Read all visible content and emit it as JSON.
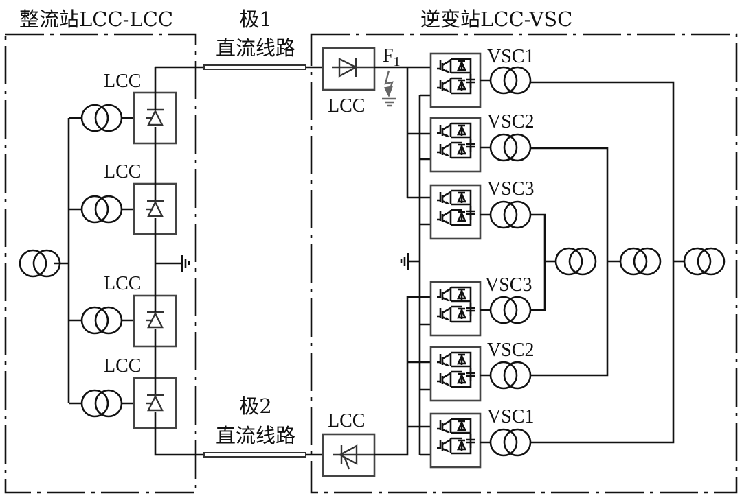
{
  "rectifier_station": {
    "title": "整流站LCC-LCC",
    "lcc_labels": [
      "LCC",
      "LCC",
      "LCC",
      "LCC"
    ]
  },
  "dc_lines": {
    "pole1": {
      "name": "极1",
      "line": "直流线路"
    },
    "pole2": {
      "name": "极2",
      "line": "直流线路"
    }
  },
  "inverter_station": {
    "title": "逆变站LCC-VSC",
    "lcc_top_label": "LCC",
    "lcc_bottom_label": "LCC",
    "fault_label": "F",
    "fault_subscript": "1",
    "vsc_labels": [
      "VSC1",
      "VSC2",
      "VSC3",
      "VSC3",
      "VSC2",
      "VSC1"
    ]
  },
  "colors": {
    "wire": "#111111",
    "module_border": "#444444",
    "fault_arrow": "#666666"
  }
}
